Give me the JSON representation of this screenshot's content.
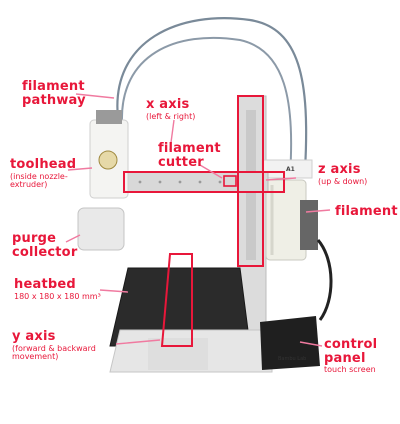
{
  "labels": {
    "filament_pathway": "filament\npathway",
    "x_axis": "x axis",
    "x_axis_sub": "(left & right)",
    "filament_cutter": "filament\ncutter",
    "toolhead": "toolhead",
    "toolhead_sub": "(inside nozzle-\nextruder)",
    "z_axis": "z axis",
    "z_axis_sub": "(up & down)",
    "filament": "filament",
    "purge_collector": "purge\ncollector",
    "heatbed": "heatbed",
    "heatbed_sub": "180 x 180 x 180 mm³",
    "y_axis": "y axis",
    "y_axis_sub": "(forward & backward\nmovement)",
    "control_panel": "control\npanel",
    "control_panel_sub": "touch screen"
  },
  "printer_marks": {
    "brand": "Bambu Lab",
    "model": "A1"
  },
  "colors": {
    "annotation": "#e8173a",
    "leader": "#f07aa0",
    "frame": "#d9d9d9",
    "bed": "#2b2b2b",
    "base": "#e6e6e6"
  }
}
